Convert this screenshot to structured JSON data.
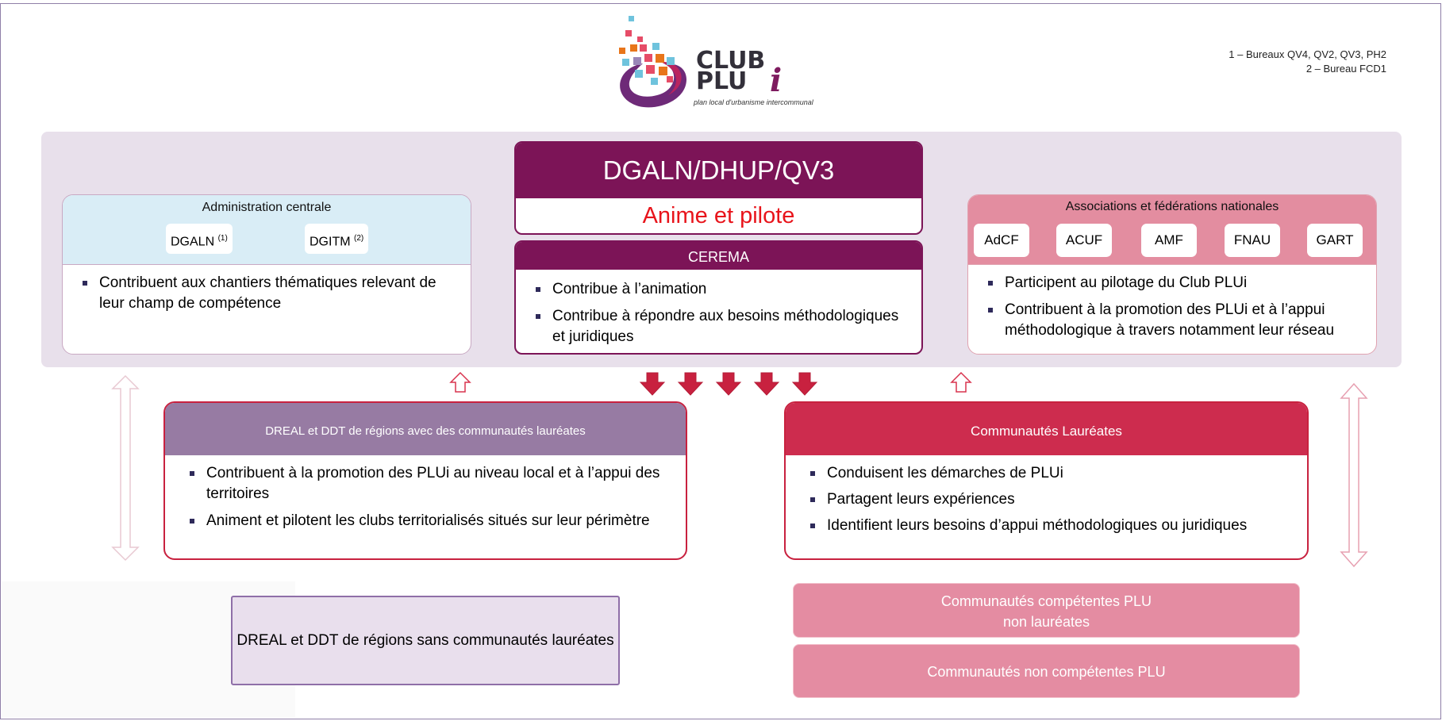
{
  "colors": {
    "primary": "#7c1457",
    "accent_red": "#e8141b",
    "band": "#e8e0eb",
    "admin_head": "#d9edf6",
    "assoc_head": "#e38da0",
    "dreal_head": "#977ba3",
    "laur_head": "#cd2c4e",
    "light_pink": "#e48ca2"
  },
  "logo": {
    "line1": "CLUB",
    "line2": "PLU",
    "i": "i",
    "subtitle": "plan local d'urbanisme intercommunal"
  },
  "footnotes": [
    "1 – Bureaux QV4, QV2, QV3, PH2",
    "2 – Bureau FCD1"
  ],
  "admin": {
    "title": "Administration centrale",
    "pill1": "DGALN",
    "pill1_sup": "(1)",
    "pill2": "DGITM",
    "pill2_sup": "(2)",
    "bullets": [
      "Contribuent aux chantiers thématiques relevant de leur champ de compétence"
    ]
  },
  "dgaln": {
    "title": "DGALN/DHUP/QV3",
    "subtitle": "Anime et pilote"
  },
  "cerema": {
    "title": "CEREMA",
    "bullets": [
      "Contribue à l’animation",
      "Contribue à répondre aux besoins méthodologiques et juridiques"
    ]
  },
  "assoc": {
    "title": "Associations et fédérations nationales",
    "pills": [
      "AdCF",
      "ACUF",
      "AMF",
      "FNAU",
      "GART"
    ],
    "bullets": [
      "Participent au pilotage du Club PLUi",
      "Contribuent à la promotion des PLUi et à l’appui méthodologique à travers notamment leur réseau"
    ]
  },
  "dreal": {
    "title": "DREAL et DDT de régions avec des communautés lauréates",
    "bullets": [
      "Contribuent à la promotion des PLUi au niveau local et à l’appui des territoires",
      "Animent et pilotent les clubs territorialisés situés sur leur périmètre"
    ]
  },
  "laureates": {
    "title": "Communautés Lauréates",
    "bullets": [
      "Conduisent les démarches de PLUi",
      "Partagent leurs expériences",
      "Identifient leurs besoins d’appui  méthodologiques ou  juridiques"
    ]
  },
  "dreal_sans": "DREAL et DDT de régions sans communautés lauréates",
  "competentes": {
    "line1": "Communautés compétentes PLU",
    "line2": "non lauréates"
  },
  "non_competentes": "Communautés non compétentes PLU"
}
